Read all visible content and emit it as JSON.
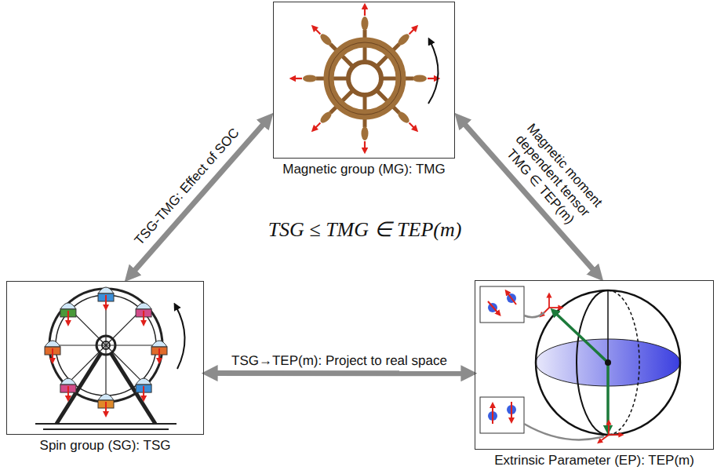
{
  "diagram": {
    "nodes": [
      {
        "text": [
          "Magnetic group (MG): TMG"
        ]
      },
      {
        "text": [
          "Spin group (SG): TSG"
        ]
      },
      {
        "text": [
          "Extrinsic Parameter (EP): TEP(m)"
        ]
      }
    ],
    "edges": [
      {
        "from": 1,
        "to": 0,
        "arrow": "both",
        "label": "TSG-TMG: Effect of SOC"
      },
      {
        "from": 0,
        "to": 2,
        "arrow": "both",
        "label": "Magnetic moment dependent tensor TMG ∈ TEP(m)"
      },
      {
        "from": 1,
        "to": 2,
        "arrow": "both",
        "label": "TSG→TEP(m): Project to real space"
      }
    ],
    "labels": [
      "TSG ≤ TMG ∈ TEP(m)"
    ]
  }
}
